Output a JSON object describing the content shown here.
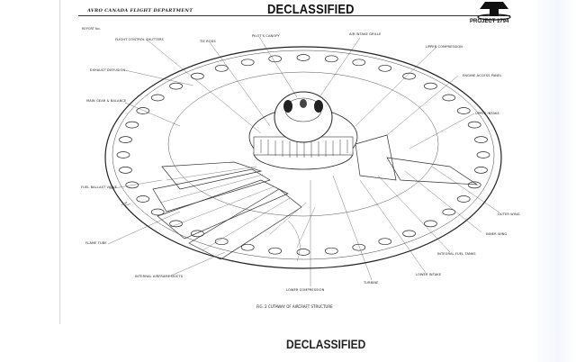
{
  "document": {
    "header_left": "AVRO CANADA FLIGHT DEPARTMENT",
    "stamp_top": "DECLASSIFIED",
    "project_label": "PROJECT 1794",
    "sheet_ref": "REPORT No.",
    "caption": "FIG. 2 CUTAWAY OF AIRCRAFT STRUCTURE",
    "stamp_bottom": "DECLASSIFIED"
  },
  "callouts": {
    "flight_control_shutters": "FLIGHT CONTROL SHUTTERS",
    "tie_rods": "TIE RODS",
    "pilots_canopy": "PILOT'S CANOPY",
    "air_intake_grille": "AIR INTAKE GRILLE",
    "upper_compression": "UPPER COMPRESSION",
    "exhaust_diffusion": "EXHAUST DIFFUSION",
    "engine_access_panel": "ENGINE ACCESS PANEL",
    "main_gear": "MAIN GEAR & BALANCE",
    "upper_intake": "UPPER INTAKE",
    "fuel_ballast": "FUEL BALLAST VALVE",
    "flame_tube": "FLAME TUBE",
    "internal_airframe_ducts": "INTERNAL AIRFRAME DUCTS",
    "lower_compression": "LOWER COMPRESSION",
    "turbine": "TURBINE",
    "lower_intake": "LOWER INTAKE",
    "integral_fuel_tanks": "INTEGRAL FUEL TANKS",
    "inner_wing": "INNER WING",
    "outer_wing": "OUTER WING"
  }
}
